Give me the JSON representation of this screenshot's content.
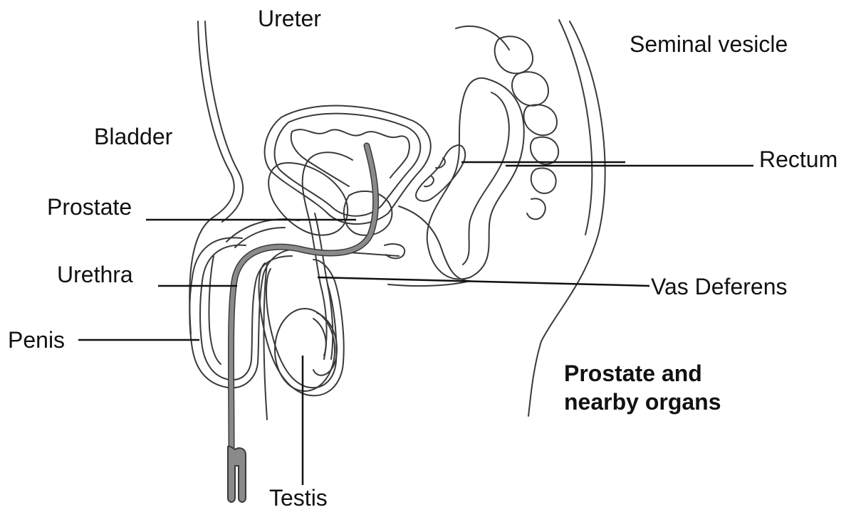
{
  "labels": {
    "ureter": "Ureter",
    "seminal_vesicle": "Seminal vesicle",
    "bladder": "Bladder",
    "rectum": "Rectum",
    "prostate": "Prostate",
    "urethra": "Urethra",
    "vas_deferens": "Vas Deferens",
    "penis": "Penis",
    "testis": "Testis"
  },
  "title": {
    "line1": "Prostate and",
    "line2": "nearby organs"
  },
  "colors": {
    "outline": "#3a3a3a",
    "catheter": "#8a8a8a",
    "background": "#ffffff"
  }
}
